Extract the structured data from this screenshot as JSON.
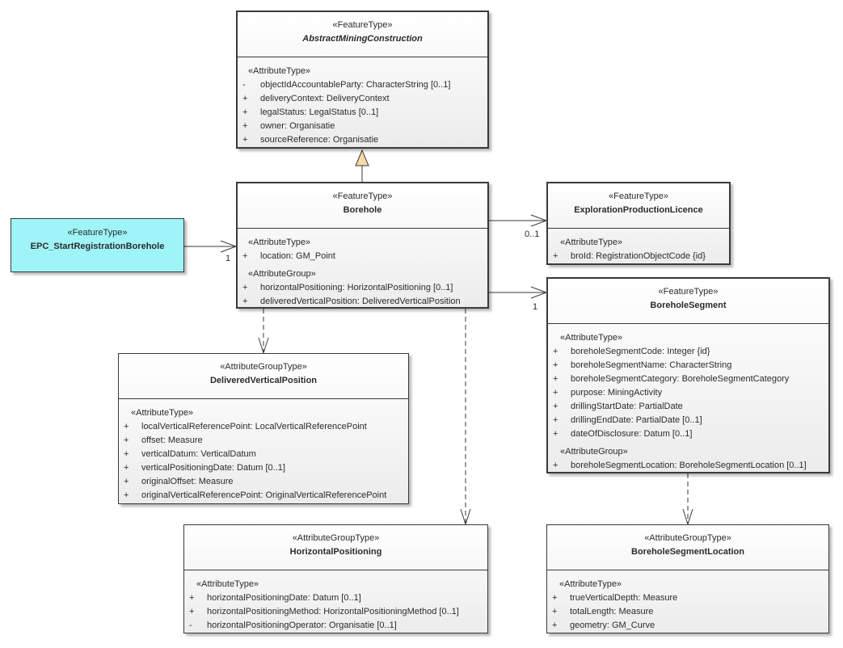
{
  "classes": {
    "amc": {
      "stereotype": "«FeatureType»",
      "name": "AbstractMiningConstruction",
      "groups": [
        {
          "label": "«AttributeType»",
          "rows": [
            {
              "vis": "-",
              "text": "objectIdAccountableParty: CharacterString [0..1]"
            },
            {
              "vis": "+",
              "text": "deliveryContext: DeliveryContext"
            },
            {
              "vis": "+",
              "text": "legalStatus: LegalStatus [0..1]"
            },
            {
              "vis": "+",
              "text": "owner: Organisatie"
            },
            {
              "vis": "+",
              "text": "sourceReference: Organisatie"
            }
          ]
        }
      ]
    },
    "borehole": {
      "stereotype": "«FeatureType»",
      "name": "Borehole",
      "groups": [
        {
          "label": "«AttributeType»",
          "rows": [
            {
              "vis": "+",
              "text": "location: GM_Point"
            }
          ]
        },
        {
          "label": "«AttributeGroup»",
          "rows": [
            {
              "vis": "+",
              "text": "horizontalPositioning: HorizontalPositioning [0..1]"
            },
            {
              "vis": "+",
              "text": "deliveredVerticalPosition: DeliveredVerticalPosition"
            }
          ]
        }
      ]
    },
    "epc": {
      "stereotype": "«FeatureType»",
      "name": "EPC_StartRegistrationBorehole"
    },
    "epl": {
      "stereotype": "«FeatureType»",
      "name": "ExplorationProductionLicence",
      "groups": [
        {
          "label": "«AttributeType»",
          "rows": [
            {
              "vis": "+",
              "text": "broId: RegistrationObjectCode {id}"
            }
          ]
        }
      ]
    },
    "segment": {
      "stereotype": "«FeatureType»",
      "name": "BoreholeSegment",
      "groups": [
        {
          "label": "«AttributeType»",
          "rows": [
            {
              "vis": "+",
              "text": "boreholeSegmentCode: Integer {id}"
            },
            {
              "vis": "+",
              "text": "boreholeSegmentName: CharacterString"
            },
            {
              "vis": "+",
              "text": "boreholeSegmentCategory: BoreholeSegmentCategory"
            },
            {
              "vis": "+",
              "text": "purpose: MiningActivity"
            },
            {
              "vis": "+",
              "text": "drillingStartDate: PartialDate"
            },
            {
              "vis": "+",
              "text": "drillingEndDate: PartialDate [0..1]"
            },
            {
              "vis": "+",
              "text": "dateOfDisclosure: Datum [0..1]"
            }
          ]
        },
        {
          "label": "«AttributeGroup»",
          "rows": [
            {
              "vis": "+",
              "text": "boreholeSegmentLocation: BoreholeSegmentLocation [0..1]"
            }
          ]
        }
      ]
    },
    "dvp": {
      "stereotype": "«AttributeGroupType»",
      "name": "DeliveredVerticalPosition",
      "groups": [
        {
          "label": "«AttributeType»",
          "rows": [
            {
              "vis": "+",
              "text": "localVerticalReferencePoint: LocalVerticalReferencePoint"
            },
            {
              "vis": "+",
              "text": "offset: Measure"
            },
            {
              "vis": "+",
              "text": "verticalDatum: VerticalDatum"
            },
            {
              "vis": "+",
              "text": "verticalPositioningDate: Datum [0..1]"
            },
            {
              "vis": "+",
              "text": "originalOffset: Measure"
            },
            {
              "vis": "+",
              "text": "originalVerticalReferencePoint: OriginalVerticalReferencePoint"
            }
          ]
        }
      ]
    },
    "hp": {
      "stereotype": "«AttributeGroupType»",
      "name": "HorizontalPositioning",
      "groups": [
        {
          "label": "«AttributeType»",
          "rows": [
            {
              "vis": "+",
              "text": "horizontalPositioningDate: Datum [0..1]"
            },
            {
              "vis": "+",
              "text": "horizontalPositioningMethod: HorizontalPositioningMethod [0..1]"
            },
            {
              "vis": "-",
              "text": "horizontalPositioningOperator: Organisatie [0..1]"
            }
          ]
        }
      ]
    },
    "bsl": {
      "stereotype": "«AttributeGroupType»",
      "name": "BoreholeSegmentLocation",
      "groups": [
        {
          "label": "«AttributeType»",
          "rows": [
            {
              "vis": "+",
              "text": "trueVerticalDepth: Measure"
            },
            {
              "vis": "+",
              "text": "totalLength: Measure"
            },
            {
              "vis": "+",
              "text": "geometry: GM_Curve"
            }
          ]
        }
      ]
    }
  },
  "multiplicities": {
    "epc_borehole": "1",
    "borehole_epl": "0..1",
    "borehole_segment": "1"
  },
  "colors": {
    "line": "#3a3a3a",
    "generalization_fill": "#f8d9a8",
    "event_class_fill": "#9ff4f7"
  }
}
